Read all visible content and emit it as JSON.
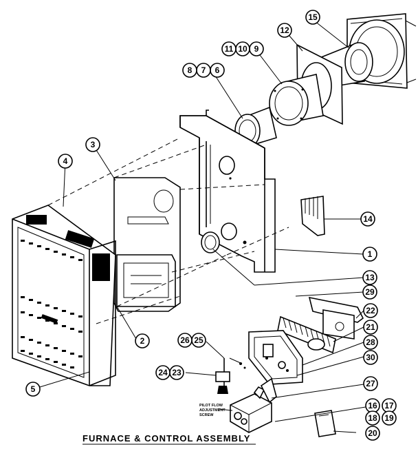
{
  "caption": "FURNACE & CONTROL ASSEMBLY",
  "note": {
    "line1": "PILOT FLOW",
    "line2": "ADJUSTMENT",
    "line3": "SCREW"
  },
  "callouts": [
    "1",
    "2",
    "3",
    "4",
    "5",
    "6",
    "7",
    "8",
    "9",
    "10",
    "11",
    "12",
    "13",
    "14",
    "15",
    "16",
    "17",
    "18",
    "19",
    "20",
    "21",
    "22",
    "23",
    "24",
    "25",
    "26",
    "27",
    "28",
    "29",
    "30"
  ]
}
